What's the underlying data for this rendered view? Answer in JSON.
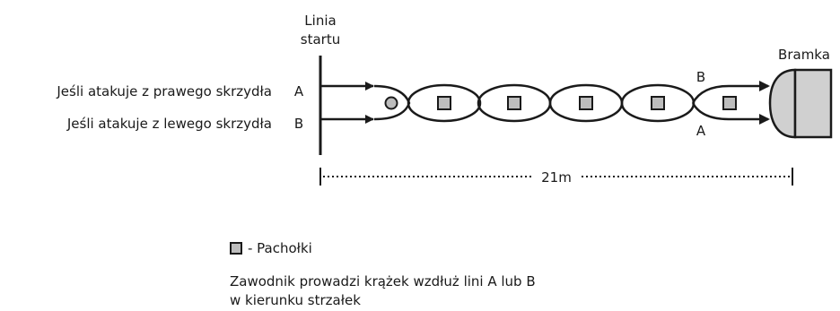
{
  "labels": {
    "start_line_1": "Linia",
    "start_line_2": "startu",
    "goal": "Bramka",
    "right_wing": "Jeśli atakuje z prawego skrzydła",
    "left_wing": "Jeśli atakuje z lewego skrzydła",
    "lane_a_start": "A",
    "lane_b_start": "B",
    "lane_b_end": "B",
    "lane_a_end": "A",
    "distance": "21m"
  },
  "legend": {
    "cone_label": "- Pachołki",
    "note_line1": "Zawodnik prowadzi krążek wzdłuż lini A lub B",
    "note_line2": "w kierunku strzałek"
  },
  "colors": {
    "ink": "#1a1a1a",
    "cone_fill": "#bdbdbd",
    "goal_fill": "#d0d0d0"
  }
}
